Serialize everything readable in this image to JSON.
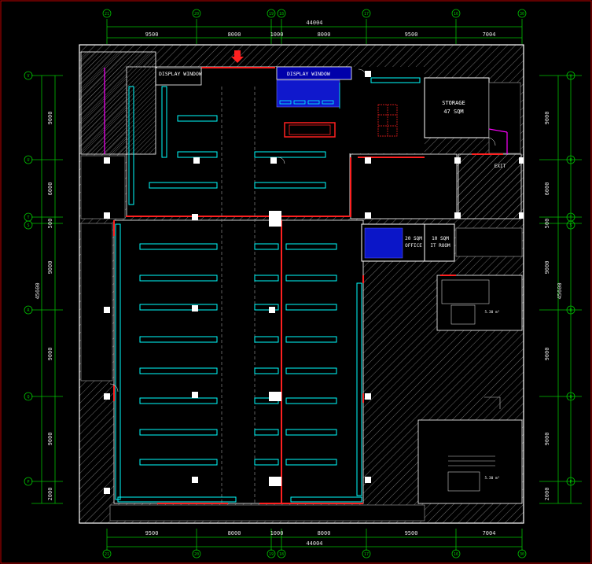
{
  "dimensions": {
    "top_total": "44004",
    "top_segments": [
      "9500",
      "8000",
      "1000",
      "8000",
      "9500",
      "7004"
    ],
    "bottom_total": "44004",
    "bottom_segments": [
      "9500",
      "8000",
      "1000",
      "8000",
      "9500",
      "7004"
    ],
    "left_total": "45600",
    "left_segments": [
      "9000",
      "6000",
      "500",
      "9000",
      "9000",
      "9000",
      "2000"
    ],
    "right_total": "45600",
    "right_segments": [
      "9000",
      "6000",
      "500",
      "9000",
      "9000",
      "9000",
      "2000"
    ]
  },
  "grid": {
    "columns": [
      "21",
      "20",
      "19",
      "18",
      "17",
      "16",
      "30"
    ],
    "rows": [
      "V",
      "U",
      "T",
      "S",
      "R",
      "Q",
      "P"
    ]
  },
  "rooms": {
    "display_window_left": "DISPLAY WINDOW",
    "display_window_right": "DISPLAY WINDOW",
    "storage": "STORAGE",
    "storage_area": "47 SQM",
    "office_area": "20 SQM",
    "office": "OFFICE",
    "it_room_area": "10 SQM",
    "it_room": "IT ROOM",
    "exit": "EXIT",
    "stair_label_1": "5.30 m²",
    "stair_label_2": "5.30 m²"
  },
  "colors": {
    "background": "#000000",
    "wall": "#ffffff",
    "hatch": "#7a7a7a",
    "shelf": "#00ffff",
    "dimension": "#00ff00",
    "door": "#ff2020",
    "accent": "#ff00ff",
    "display": "#0000ff"
  }
}
